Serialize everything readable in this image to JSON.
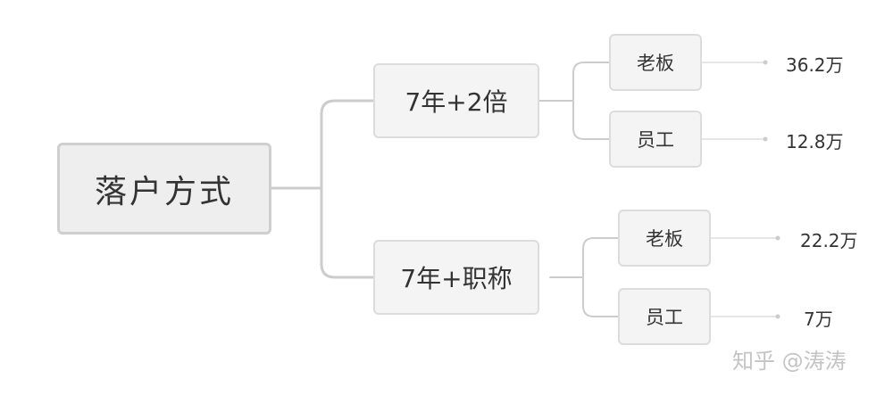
{
  "root": {
    "label": "落户方式"
  },
  "branches": [
    {
      "label": "7年+2倍",
      "children": [
        {
          "label": "老板",
          "value": "36.2万"
        },
        {
          "label": "员工",
          "value": "12.8万"
        }
      ]
    },
    {
      "label": "7年+职称",
      "children": [
        {
          "label": "老板",
          "value": "22.2万"
        },
        {
          "label": "员工",
          "value": "7万"
        }
      ]
    }
  ],
  "watermark": "知乎 @涛涛",
  "colors": {
    "connector": "#cccccc",
    "node_fill": "#f4f4f4",
    "root_fill": "#eeeeee",
    "text": "#333333"
  }
}
